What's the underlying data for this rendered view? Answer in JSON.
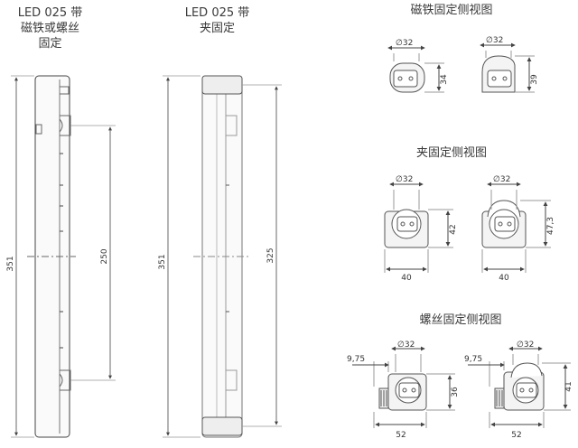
{
  "titles": {
    "left_line1": "LED 025 带",
    "left_line2": "磁铁或螺丝",
    "left_line3": "固定",
    "middle_line1": "LED 025 带",
    "middle_line2": "夹固定",
    "magnet_side": "磁铁固定侧视图",
    "clip_side": "夹固定侧视图",
    "screw_side": "螺丝固定侧视图"
  },
  "dims": {
    "left_total": "351",
    "left_spacing": "250",
    "mid_total": "351",
    "mid_spacing": "325",
    "mag_a_dia": "∅32",
    "mag_a_h": "34",
    "mag_b_dia": "∅32",
    "mag_b_h": "39",
    "clip_a_dia": "∅32",
    "clip_a_h": "42",
    "clip_a_w": "40",
    "clip_b_dia": "∅32",
    "clip_b_h": "47,3",
    "clip_b_w": "40",
    "screw_a_off": "9,75",
    "screw_a_dia": "∅32",
    "screw_a_h": "36",
    "screw_a_w": "52",
    "screw_b_off": "9,75",
    "screw_b_dia": "∅32",
    "screw_b_h": "41",
    "screw_b_w": "52"
  }
}
